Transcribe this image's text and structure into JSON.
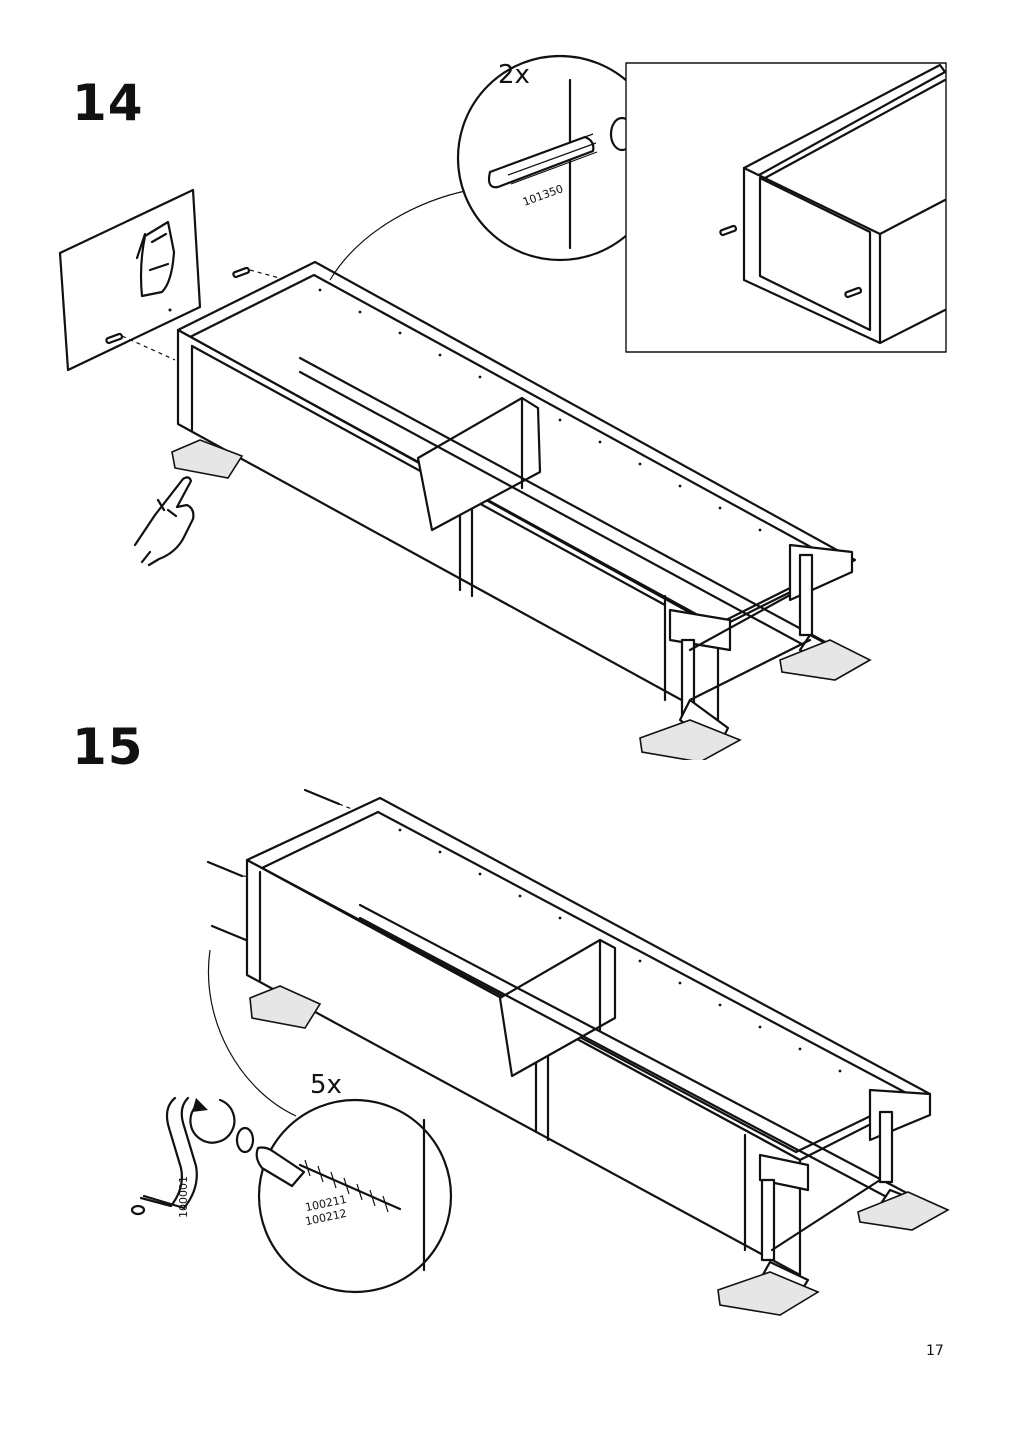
{
  "steps": [
    {
      "number": "14",
      "detail": {
        "quantity": "2x",
        "part_code": "101350"
      }
    },
    {
      "number": "15",
      "detail": {
        "quantity": "5x",
        "part_codes": [
          "100211",
          "100212"
        ]
      },
      "tool": {
        "part_code": "100001"
      }
    }
  ],
  "page": {
    "number": "17"
  },
  "icons": [
    "hand-point-icon",
    "sign-hand-icon",
    "rotate-arrow-icon",
    "allen-key-icon"
  ]
}
